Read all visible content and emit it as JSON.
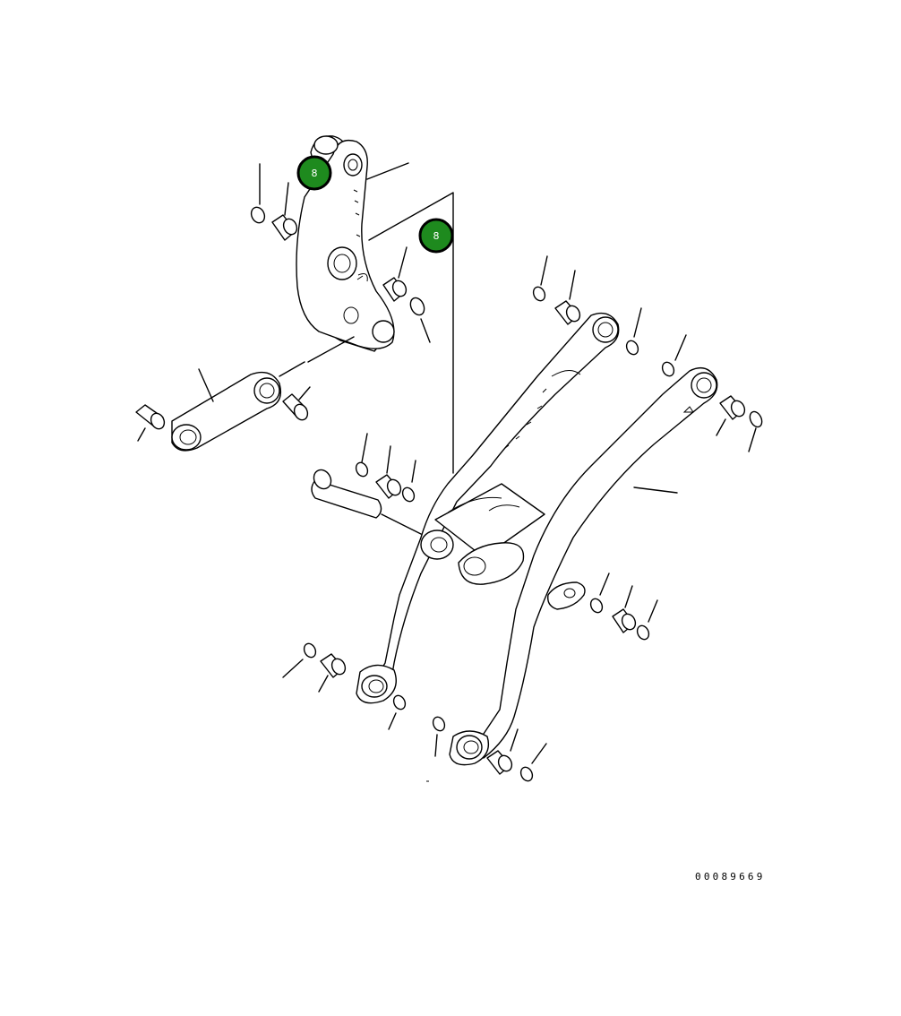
{
  "drawing_number": "00089669",
  "callouts": [
    {
      "label": "8",
      "color": "#1e8a1e"
    },
    {
      "label": "8",
      "color": "#1e8a1e"
    }
  ]
}
